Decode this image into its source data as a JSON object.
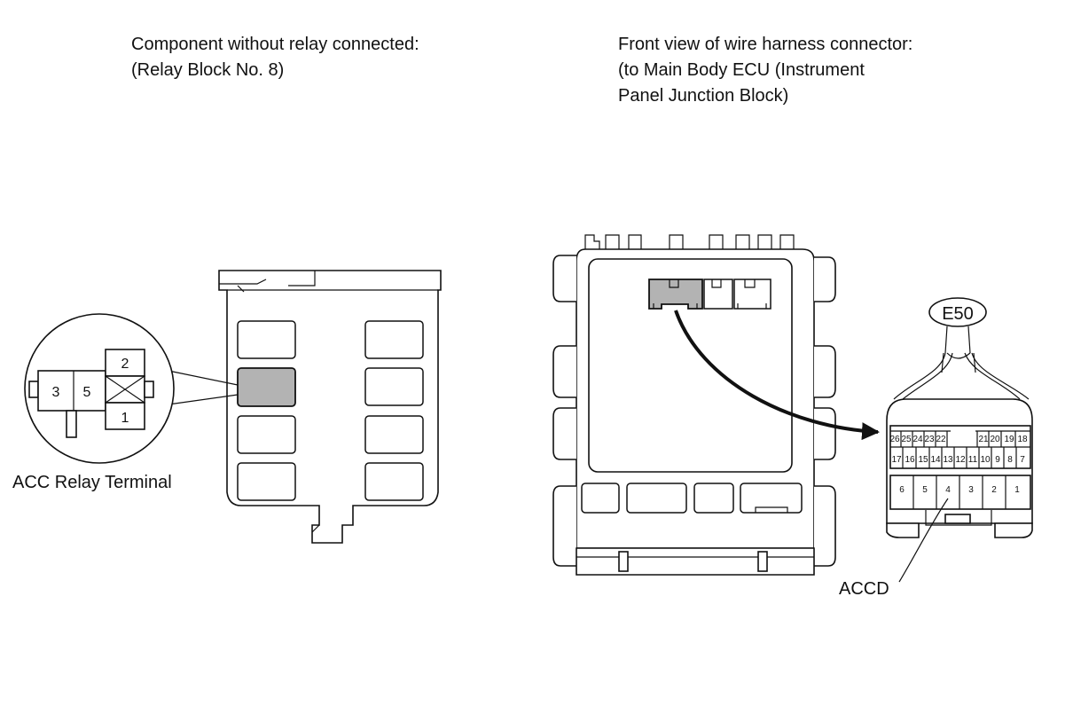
{
  "captions": {
    "left": [
      "Component without relay connected:",
      "(Relay Block No. 8)"
    ],
    "right": [
      "Front view of wire harness connector:",
      "(to Main Body ECU (Instrument",
      "Panel Junction Block)"
    ]
  },
  "relay_terminal": {
    "label": "ACC Relay Terminal",
    "terminals": [
      "3",
      "5",
      "2",
      "1"
    ]
  },
  "connector": {
    "code": "E50",
    "callout": "ACCD",
    "row1": [
      "26",
      "25",
      "24",
      "23",
      "22",
      "21",
      "20",
      "19",
      "18"
    ],
    "row2": [
      "17",
      "16",
      "15",
      "14",
      "13",
      "12",
      "11",
      "10",
      "9",
      "8",
      "7"
    ],
    "row3": [
      "6",
      "5",
      "4",
      "3",
      "2",
      "1"
    ]
  },
  "colors": {
    "highlight": "#b3b3b3",
    "line": "#111111"
  }
}
